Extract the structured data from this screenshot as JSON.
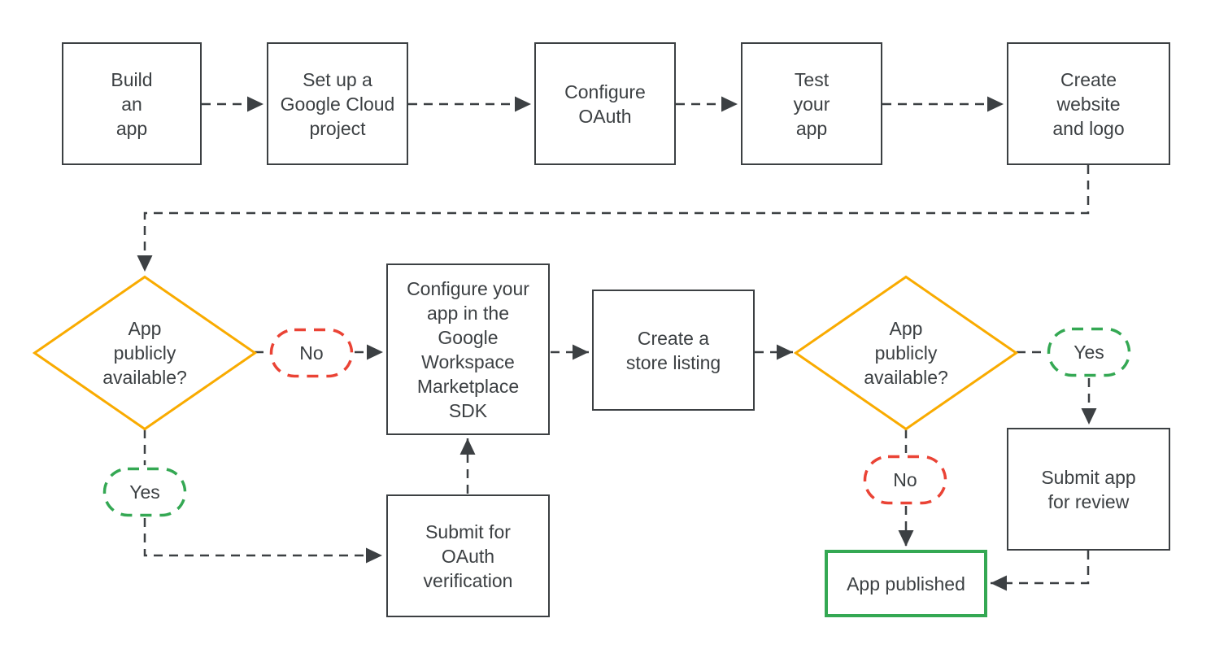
{
  "colors": {
    "outline": "#3C4043",
    "text": "#3C4043",
    "decision_border": "#F9AB00",
    "no_branch": "#EA4335",
    "yes_branch": "#34A853",
    "published_border": "#34A853",
    "background": "#FFFFFF"
  },
  "nodes": {
    "build_app": {
      "type": "process",
      "label": "Build\nan\napp"
    },
    "setup_project": {
      "type": "process",
      "label": "Set up a\nGoogle Cloud\nproject"
    },
    "configure_oauth": {
      "type": "process",
      "label": "Configure\nOAuth"
    },
    "test_app": {
      "type": "process",
      "label": "Test\nyour\napp"
    },
    "create_website": {
      "type": "process",
      "label": "Create\nwebsite\nand logo"
    },
    "decision_public_1": {
      "type": "decision",
      "label": "App\npublicly\navailable?"
    },
    "no_1": {
      "type": "branch",
      "label": "No"
    },
    "yes_1": {
      "type": "branch",
      "label": "Yes"
    },
    "configure_marketplace_sdk": {
      "type": "process",
      "label": "Configure your\napp in the\nGoogle\nWorkspace\nMarketplace\nSDK"
    },
    "submit_oauth_verification": {
      "type": "process",
      "label": "Submit for\nOAuth\nverification"
    },
    "store_listing": {
      "type": "process",
      "label": "Create a\nstore listing"
    },
    "decision_public_2": {
      "type": "decision",
      "label": "App\npublicly\navailable?"
    },
    "yes_2": {
      "type": "branch",
      "label": "Yes"
    },
    "no_2": {
      "type": "branch",
      "label": "No"
    },
    "submit_review": {
      "type": "process",
      "label": "Submit app\nfor review"
    },
    "app_published": {
      "type": "terminal",
      "label": "App published"
    }
  },
  "edges": [
    {
      "from": "build_app",
      "to": "setup_project"
    },
    {
      "from": "setup_project",
      "to": "configure_oauth"
    },
    {
      "from": "configure_oauth",
      "to": "test_app"
    },
    {
      "from": "test_app",
      "to": "create_website"
    },
    {
      "from": "create_website",
      "to": "decision_public_1"
    },
    {
      "from": "decision_public_1",
      "to": "configure_marketplace_sdk",
      "branch": "No"
    },
    {
      "from": "decision_public_1",
      "to": "submit_oauth_verification",
      "branch": "Yes"
    },
    {
      "from": "submit_oauth_verification",
      "to": "configure_marketplace_sdk"
    },
    {
      "from": "configure_marketplace_sdk",
      "to": "store_listing"
    },
    {
      "from": "store_listing",
      "to": "decision_public_2"
    },
    {
      "from": "decision_public_2",
      "to": "submit_review",
      "branch": "Yes"
    },
    {
      "from": "decision_public_2",
      "to": "app_published",
      "branch": "No"
    },
    {
      "from": "submit_review",
      "to": "app_published"
    }
  ]
}
